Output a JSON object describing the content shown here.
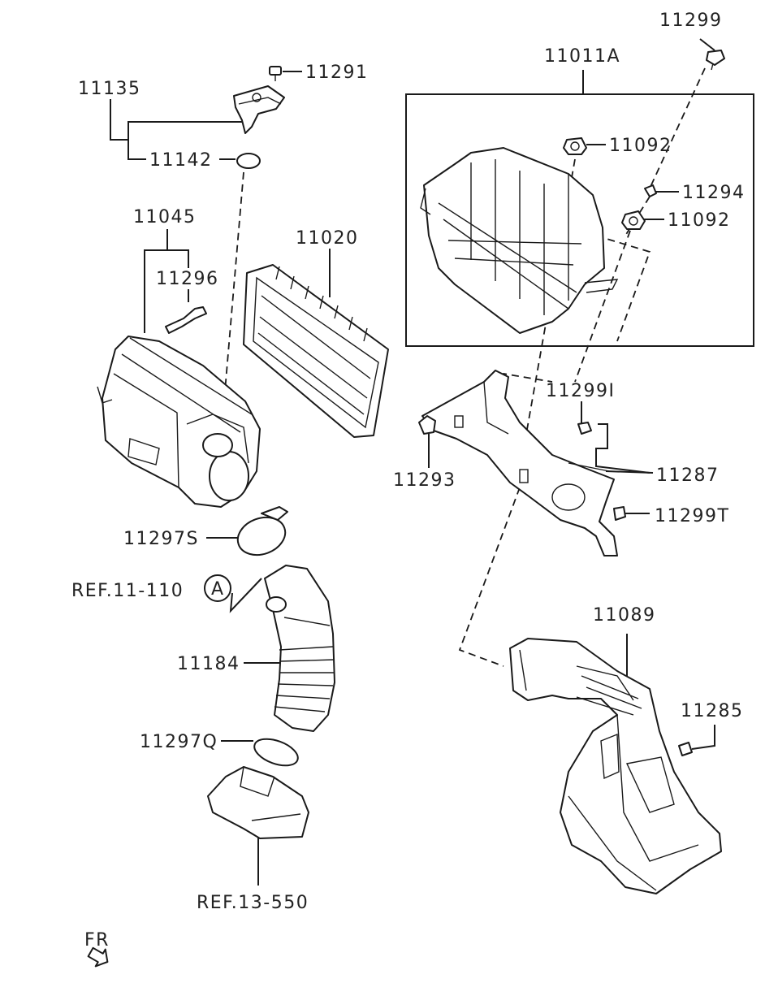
{
  "labels": {
    "p11299": "11299",
    "p11011A": "11011A",
    "p11291": "11291",
    "p11135": "11135",
    "p11142": "11142",
    "p11092a": "11092",
    "p11294": "11294",
    "p11092b": "11092",
    "p11045": "11045",
    "p11020": "11020",
    "p11296": "11296",
    "p11299I": "11299I",
    "p11293": "11293",
    "p11287": "11287",
    "p11299T": "11299T",
    "p11297S": "11297S",
    "ref_11_110": "REF.11-110",
    "ref_marker": "A",
    "p11089": "11089",
    "p11184": "11184",
    "p11285": "11285",
    "p11297Q": "11297Q",
    "ref_13_550": "REF.13-550",
    "front_marker": "FR"
  },
  "colors": {
    "ink": "#1a1a1a",
    "background": "#ffffff"
  }
}
